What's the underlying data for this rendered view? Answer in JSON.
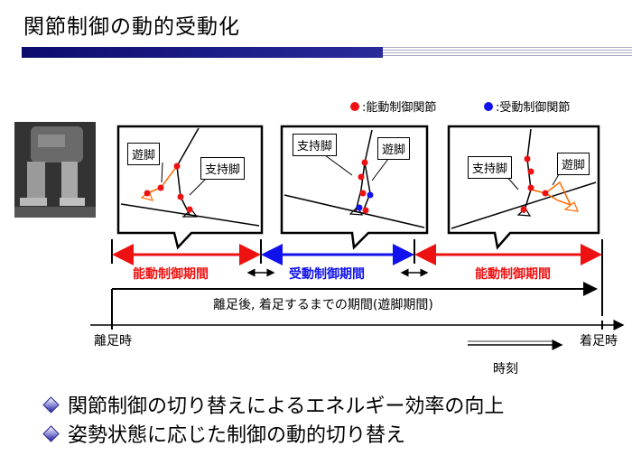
{
  "title": "関節制御の動的受動化",
  "legend": {
    "active": {
      "label": ":能動制御関節",
      "color": "#ee1111"
    },
    "passive": {
      "label": ":受動制御関節",
      "color": "#1111ee"
    }
  },
  "panels": [
    {
      "labels": [
        "遊脚",
        "支持脚"
      ]
    },
    {
      "labels": [
        "支持脚",
        "遊脚"
      ]
    },
    {
      "labels": [
        "支持脚",
        "遊脚"
      ]
    }
  ],
  "phases": {
    "active1": "能動制御期間",
    "passive": "受動制御期間",
    "active2": "能動制御期間",
    "active_color": "#ee1111",
    "passive_color": "#1111ee"
  },
  "swing_period": "離足後, 着足するまでの期間(遊脚期間)",
  "timeline": {
    "start": "離足時",
    "end": "着足時",
    "time_label": "時刻"
  },
  "bullets": [
    "関節制御の切り替えによるエネルギー効率の向上",
    "姿勢状態に応じた制御の動的切り替え"
  ]
}
